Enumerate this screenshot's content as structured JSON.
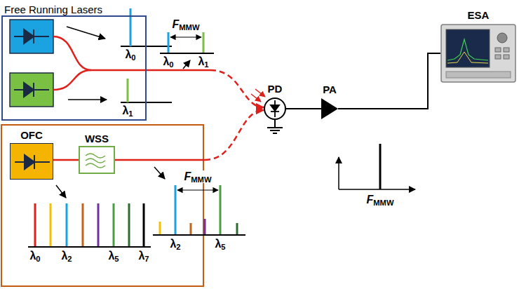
{
  "diagram": {
    "nodes": [
      {
        "text": [
          "Free Running Lasers"
        ]
      },
      {
        "text": [
          "OFC"
        ]
      },
      {
        "text": [
          "WSS"
        ]
      },
      {
        "text": [
          "PD"
        ]
      },
      {
        "text": [
          "PA"
        ]
      },
      {
        "text": [
          "ESA"
        ]
      }
    ],
    "edges": [
      {
        "from": 0,
        "to": 3,
        "arrow": "to"
      },
      {
        "from": 1,
        "to": 2,
        "arrow": "none"
      },
      {
        "from": 2,
        "to": 3,
        "arrow": "to"
      },
      {
        "from": 3,
        "to": 4,
        "arrow": "none"
      },
      {
        "from": 4,
        "to": 5,
        "arrow": "none"
      }
    ],
    "labels": [
      "λ0",
      "λ1",
      "FMMW",
      "λ0",
      "λ1",
      "λ0",
      "λ2",
      "λ5",
      "λ7",
      "FMMW",
      "λ2",
      "λ5",
      "FMMW"
    ]
  }
}
